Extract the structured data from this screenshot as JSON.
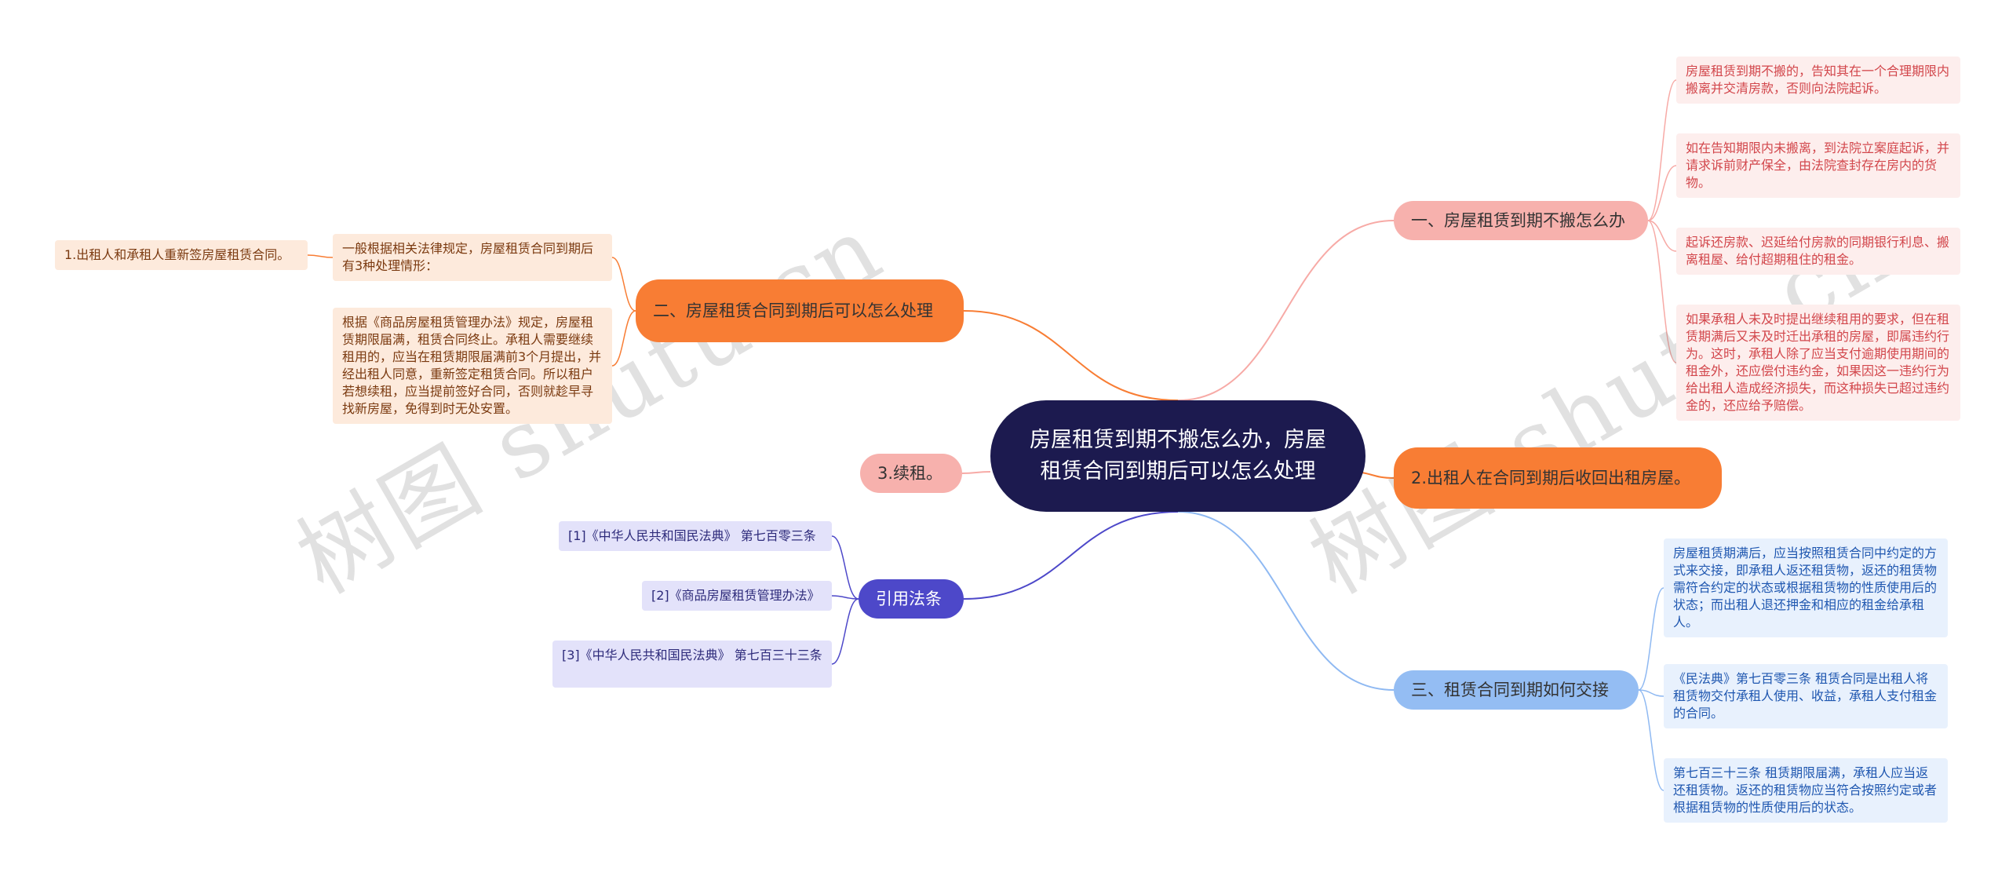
{
  "center": {
    "title": "房屋租赁到期不搬怎么办，房屋租赁合同到期后可以怎么处理"
  },
  "branch_one": {
    "label": "一、房屋租赁到期不搬怎么办",
    "color": "#f7aaa6",
    "leaves": [
      "房屋租赁到期不搬的，告知其在一个合理期限内搬离并交清房款，否则向法院起诉。",
      "如在告知期限内未搬离，到法院立案庭起诉，并请求诉前财产保全，由法院查封存在房内的货物。",
      "起诉还房款、迟延给付房款的同期银行利息、搬离租屋、给付超期租住的租金。",
      "如果承租人未及时提出继续租用的要求，但在租赁期满后又未及时迁出承租的房屋，即属违约行为。这时，承租人除了应当支付逾期使用期间的租金外，还应偿付违约金，如果因这一违约行为给出租人造成经济损失，而这种损失已超过违约金的，还应给予赔偿。"
    ]
  },
  "branch_two_right": {
    "label": "2.出租人在合同到期后收回出租房屋。",
    "color": "#f87d34"
  },
  "branch_three": {
    "label": "三、租赁合同到期如何交接",
    "color": "#8fb9f2",
    "leaves": [
      "房屋租赁期满后，应当按照租赁合同中约定的方式来交接，即承租人返还租赁物，返还的租赁物需符合约定的状态或根据租赁物的性质使用后的状态；而出租人退还押金和相应的租金给承租人。",
      "《民法典》第七百零三条 租赁合同是出租人将租赁物交付承租人使用、收益，承租人支付租金的合同。",
      "第七百三十三条 租赁期限届满，承租人应当返还租赁物。返还的租赁物应当符合按照约定或者根据租赁物的性质使用后的状态。"
    ]
  },
  "branch_two": {
    "label": "二、房屋租赁合同到期后可以怎么处理",
    "color": "#f87d34",
    "leaves": [
      "一般根据相关法律规定，房屋租赁合同到期后有3种处理情形：",
      "根据《商品房屋租赁管理办法》规定，房屋租赁期限届满，租赁合同终止。承租人需要继续租用的，应当在租赁期限届满前3个月提出，并经出租人同意，重新签定租赁合同。所以租户若想续租，应当提前签好合同，否则就趁早寻找新房屋，免得到时无处安置。"
    ],
    "sub_leaf": "1.出租人和承租人重新签房屋租赁合同。"
  },
  "branch_renew": {
    "label": "3.续租。",
    "color": "#f7aaa6"
  },
  "branch_law": {
    "label": "引用法条",
    "color": "#4d48c9",
    "leaves": [
      "[1]《中华人民共和国民法典》 第七百零三条",
      "[2]《商品房屋租赁管理办法》",
      "[3]《中华人民共和国民法典》 第七百三十三条"
    ]
  },
  "watermarks": [
    "树图 shutu.cn",
    "树图 shutu.cn"
  ]
}
